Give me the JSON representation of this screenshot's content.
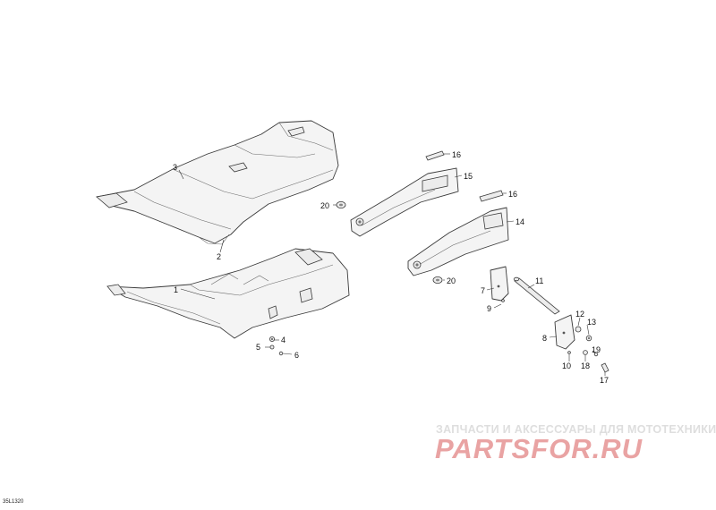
{
  "diagram": {
    "drawing_code": "35L1320",
    "callouts": {
      "c1": "1",
      "c2": "2",
      "c3": "3",
      "c4": "4",
      "c5": "5",
      "c6": "6",
      "c7": "7",
      "c8": "8",
      "c9": "9",
      "c10": "10",
      "c11": "11",
      "c12": "12",
      "c13": "13",
      "c14": "14",
      "c15": "15",
      "c16a": "16",
      "c16b": "16",
      "c17": "17",
      "c18": "18",
      "c19": "19",
      "c20a": "20",
      "c20b": "20"
    }
  },
  "watermark": {
    "tagline": "ЗАПЧАСТИ И АКСЕССУАРЫ ДЛЯ МОТОТЕХНИКИ",
    "brand": "PARTSFOR.RU",
    "brand_color": "#e26f6f"
  }
}
